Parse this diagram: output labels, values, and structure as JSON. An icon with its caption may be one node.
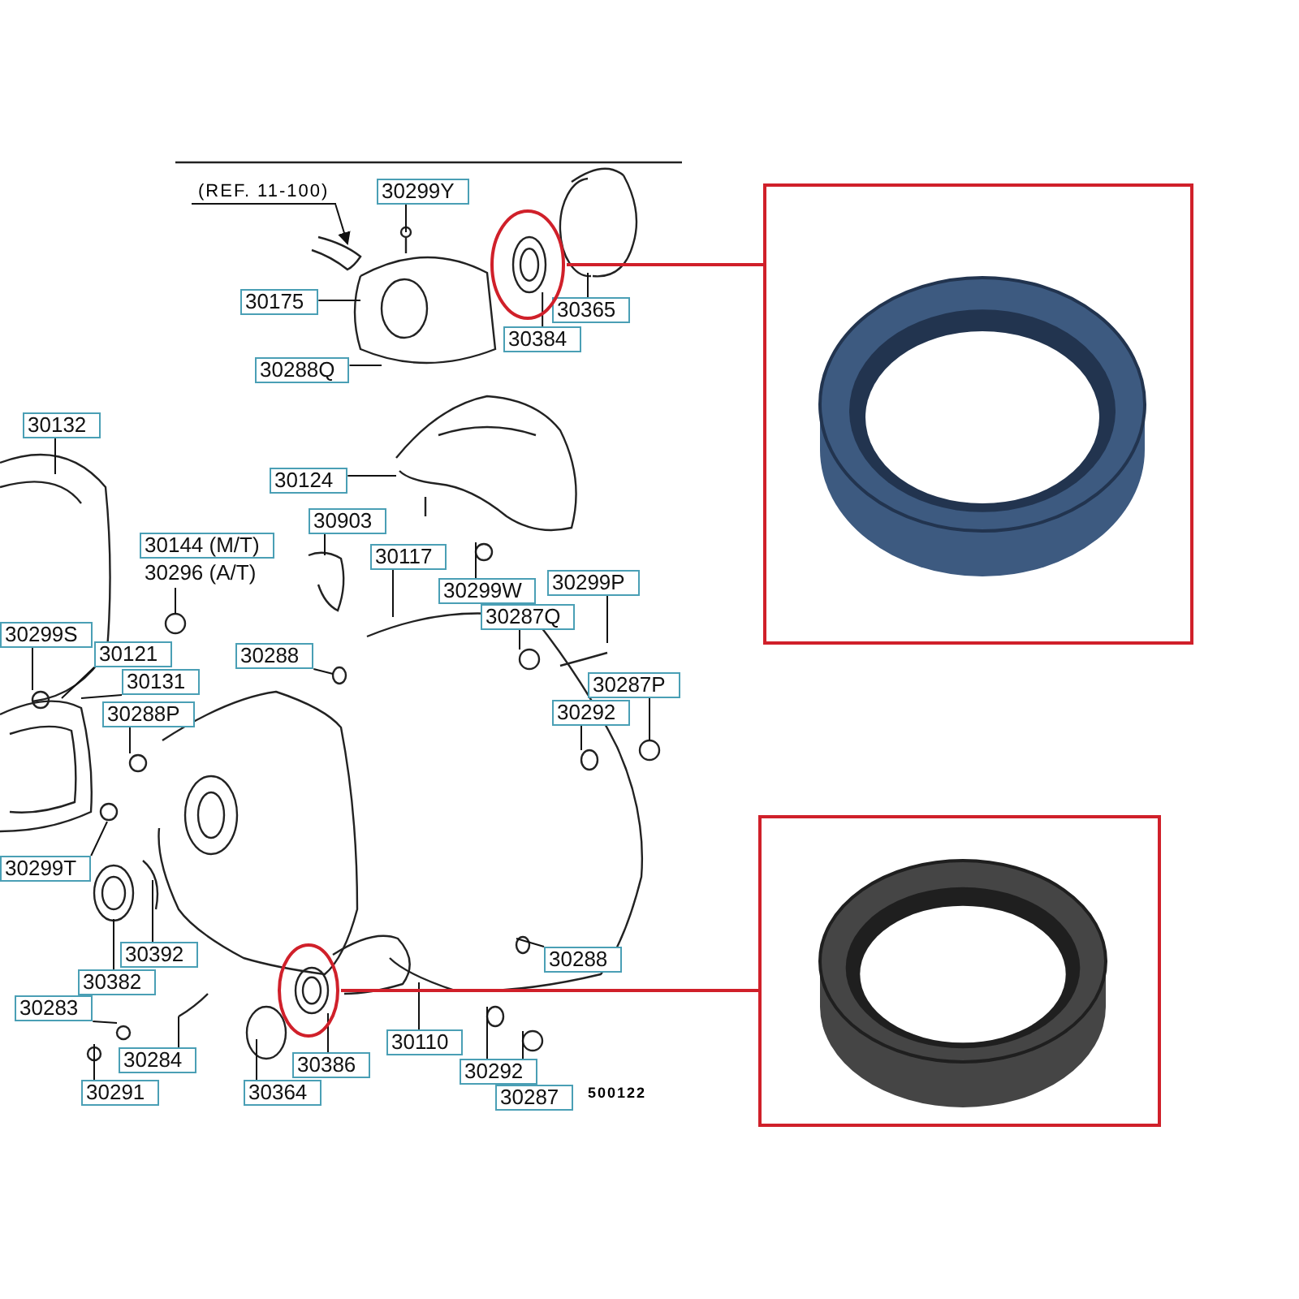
{
  "diagram": {
    "nodes": [
      {
        "text": [
          "(REF. 11-100)"
        ]
      },
      {
        "text": [
          "30299Y"
        ]
      },
      {
        "text": [
          "30175"
        ]
      },
      {
        "text": [
          "30365"
        ]
      },
      {
        "text": [
          "30384"
        ]
      },
      {
        "text": [
          "30288Q"
        ]
      },
      {
        "text": [
          "30132"
        ]
      },
      {
        "text": [
          "30124"
        ]
      },
      {
        "text": [
          "30903"
        ]
      },
      {
        "text": [
          "30144 (M/T)",
          "30296 (A/T)"
        ]
      },
      {
        "text": [
          "30117"
        ]
      },
      {
        "text": [
          "30299W"
        ]
      },
      {
        "text": [
          "30299P"
        ]
      },
      {
        "text": [
          "30287Q"
        ]
      },
      {
        "text": [
          "30299S"
        ]
      },
      {
        "text": [
          "30121"
        ]
      },
      {
        "text": [
          "30131"
        ]
      },
      {
        "text": [
          "30288"
        ]
      },
      {
        "text": [
          "30287P"
        ]
      },
      {
        "text": [
          "30292"
        ]
      },
      {
        "text": [
          "30288P"
        ]
      },
      {
        "text": [
          "30299T"
        ]
      },
      {
        "text": [
          "30392"
        ]
      },
      {
        "text": [
          "30382"
        ]
      },
      {
        "text": [
          "30288"
        ]
      },
      {
        "text": [
          "30283"
        ]
      },
      {
        "text": [
          "30284"
        ]
      },
      {
        "text": [
          "30291"
        ]
      },
      {
        "text": [
          "30386"
        ]
      },
      {
        "text": [
          "30364"
        ]
      },
      {
        "text": [
          "30110"
        ]
      },
      {
        "text": [
          "30292"
        ]
      },
      {
        "text": [
          "30287"
        ]
      },
      {
        "text": [],
        "shape": "circle"
      },
      {
        "text": [],
        "shape": "circle"
      },
      {
        "text": [],
        "shape": "picture"
      },
      {
        "text": [],
        "shape": "picture"
      },
      {
        "text": [],
        "shape": "picture",
        "in": 33
      },
      {
        "text": [],
        "shape": "picture",
        "in": 34
      }
    ],
    "edges": [
      {
        "from": 0,
        "to": null,
        "arrow": "to"
      },
      {
        "from": 1,
        "to": null,
        "arrow": "none"
      },
      {
        "from": 2,
        "to": null,
        "arrow": "none"
      },
      {
        "from": 3,
        "to": null,
        "arrow": "none"
      },
      {
        "from": 4,
        "to": 37,
        "arrow": "none"
      },
      {
        "from": 5,
        "to": null,
        "arrow": "none"
      },
      {
        "from": 6,
        "to": null,
        "arrow": "none"
      },
      {
        "from": 7,
        "to": null,
        "arrow": "none"
      },
      {
        "from": 8,
        "to": null,
        "arrow": "none"
      },
      {
        "from": 9,
        "to": null,
        "arrow": "none"
      },
      {
        "from": 10,
        "to": null,
        "arrow": "none"
      },
      {
        "from": 11,
        "to": null,
        "arrow": "none"
      },
      {
        "from": 12,
        "to": null,
        "arrow": "none"
      },
      {
        "from": 13,
        "to": null,
        "arrow": "none"
      },
      {
        "from": 14,
        "to": null,
        "arrow": "none"
      },
      {
        "from": 15,
        "to": null,
        "arrow": "none"
      },
      {
        "from": 16,
        "to": null,
        "arrow": "none"
      },
      {
        "from": 17,
        "to": null,
        "arrow": "none"
      },
      {
        "from": 18,
        "to": null,
        "arrow": "none"
      },
      {
        "from": 19,
        "to": null,
        "arrow": "none"
      },
      {
        "from": 20,
        "to": null,
        "arrow": "none"
      },
      {
        "from": 21,
        "to": null,
        "arrow": "none"
      },
      {
        "from": 22,
        "to": null,
        "arrow": "none"
      },
      {
        "from": 23,
        "to": null,
        "arrow": "none"
      },
      {
        "from": 24,
        "to": null,
        "arrow": "none"
      },
      {
        "from": 25,
        "to": null,
        "arrow": "none"
      },
      {
        "from": 26,
        "to": null,
        "arrow": "none"
      },
      {
        "from": 27,
        "to": null,
        "arrow": "none"
      },
      {
        "from": 28,
        "to": 38,
        "arrow": "none"
      },
      {
        "from": 29,
        "to": null,
        "arrow": "none"
      },
      {
        "from": 30,
        "to": null,
        "arrow": "none"
      },
      {
        "from": 31,
        "to": null,
        "arrow": "none"
      },
      {
        "from": 32,
        "to": null,
        "arrow": "none"
      },
      {
        "from": 33,
        "to": 35,
        "arrow": "none",
        "color": "#d0202a"
      },
      {
        "from": 34,
        "to": 36,
        "arrow": "none",
        "color": "#d0202a"
      }
    ],
    "labels": [
      "500122"
    ]
  }
}
